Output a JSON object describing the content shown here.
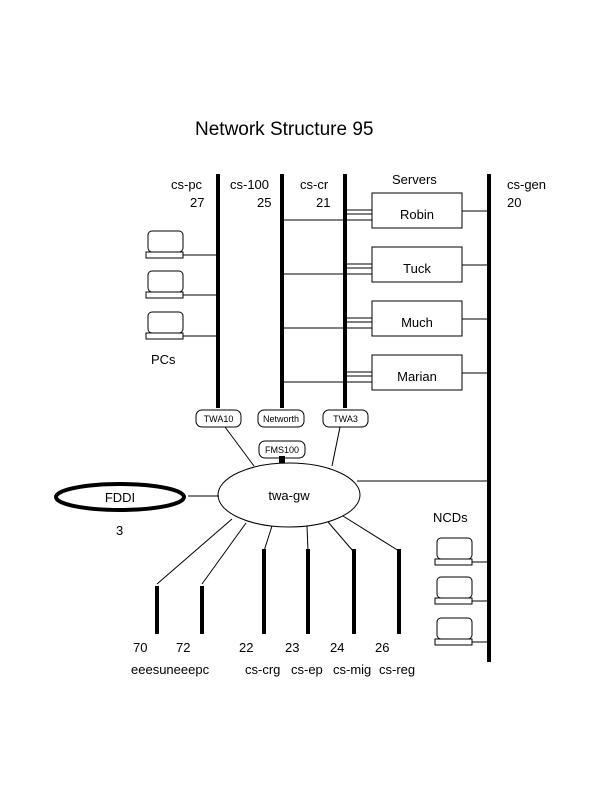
{
  "title": "Network Structure 95",
  "servers_heading": "Servers",
  "backbones": [
    {
      "name": "cs-pc",
      "count": "27"
    },
    {
      "name": "cs-100",
      "count": "25"
    },
    {
      "name": "cs-cr",
      "count": "21"
    },
    {
      "name": "cs-gen",
      "count": "20"
    }
  ],
  "servers": [
    "Robin",
    "Tuck",
    "Much",
    "Marian"
  ],
  "pcs_label": "PCs",
  "ncds_label": "NCDs",
  "routers": [
    "TWA10",
    "Networth",
    "TWA3"
  ],
  "fms_label": "FMS100",
  "gateway_label": "twa-gw",
  "fddi": {
    "label": "FDDI",
    "count": "3"
  },
  "subnets": [
    {
      "name": "eee",
      "count": "70"
    },
    {
      "name": "sun",
      "count": "72"
    },
    {
      "name": "eeepc",
      "count": ""
    },
    {
      "name": "cs-crg",
      "count": "22"
    },
    {
      "name": "cs-ep",
      "count": "23"
    },
    {
      "name": "cs-mig",
      "count": "24"
    },
    {
      "name": "cs-reg",
      "count": "26"
    }
  ],
  "bottom_labels_line": "eeesuneeepc"
}
